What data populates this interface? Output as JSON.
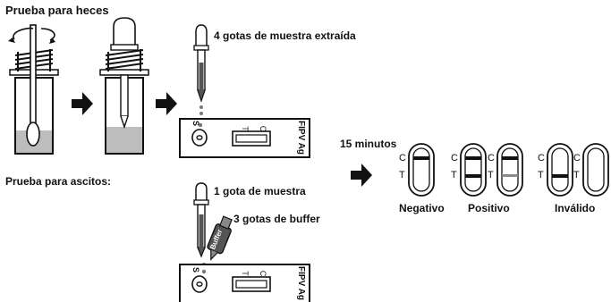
{
  "feces": {
    "title": "Prueba para heces",
    "drops_text": "4 gotas de muestra extraída",
    "sample_marker": "S"
  },
  "ascites": {
    "title": "Prueba para ascitos:",
    "sample_text": "1 gota de muestra",
    "buffer_text": "3 gotas de buffer",
    "buffer_label": "Buffer",
    "sample_marker": "S"
  },
  "cassette": {
    "brand": "FIPV Ag",
    "t_label": "T",
    "c_label": "C"
  },
  "wait_text": "15 minutos",
  "results": {
    "c_letter": "C",
    "t_letter": "T",
    "negative": "Negativo",
    "positive": "Positivo",
    "invalid": "Inválido"
  }
}
